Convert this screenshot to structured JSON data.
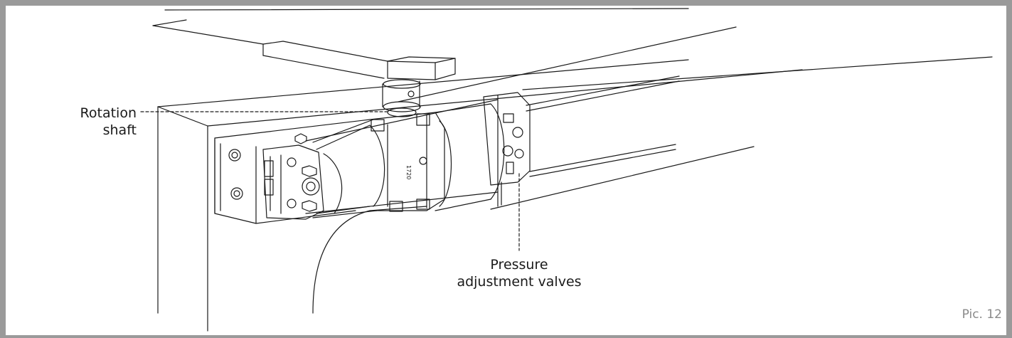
{
  "labels": {
    "rotation_line1": "Rotation",
    "rotation_line2": "shaft",
    "pressure_line1": "Pressure",
    "pressure_line2": "adjustment valves",
    "unit_marking": "1720"
  },
  "figure_number": "Pic. 12",
  "colors": {
    "frame": "#9a9a9a",
    "line": "#1a1a1a",
    "caption": "#8a8a8a"
  }
}
